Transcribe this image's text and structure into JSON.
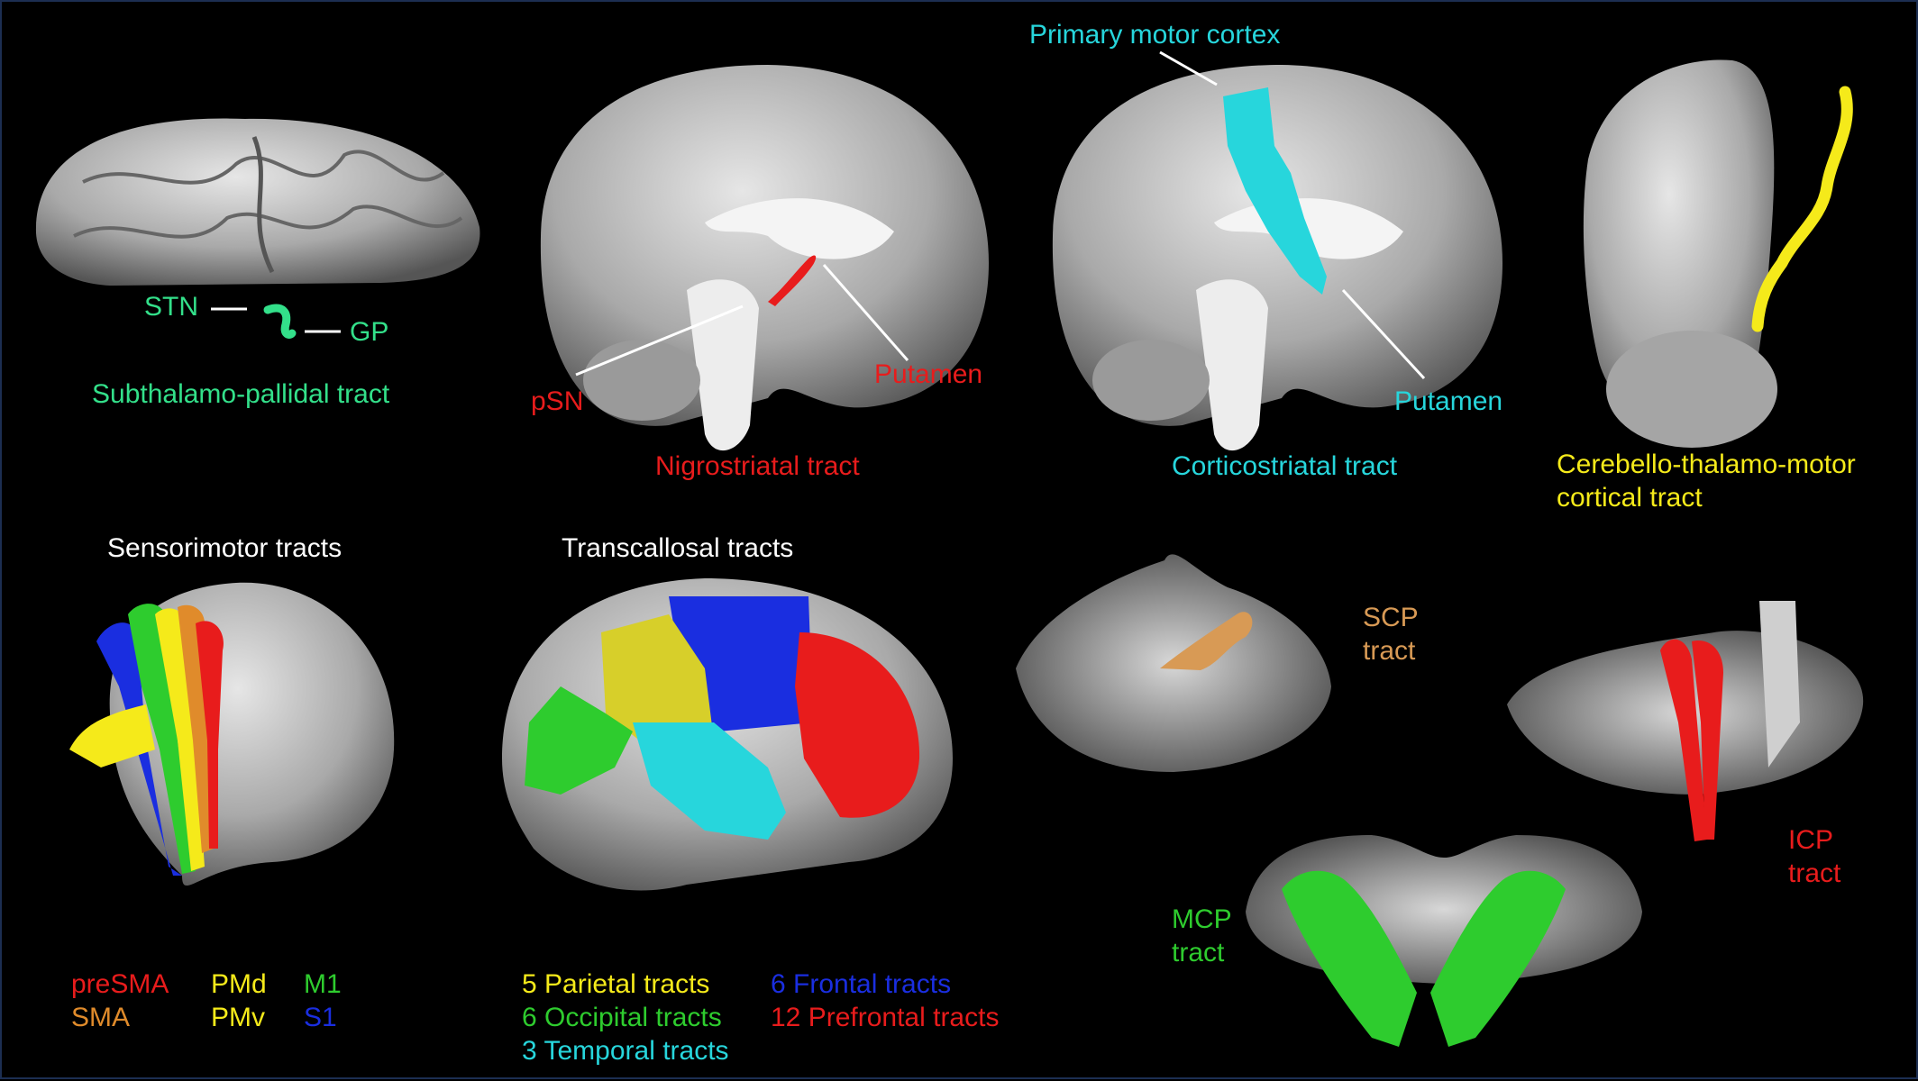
{
  "colors": {
    "subthalamo": "#33e08a",
    "nigrostriatal": "#e81c1c",
    "corticostriatal": "#27d6dc",
    "cerebello": "#f5ea1a",
    "scp": "#d89a55",
    "mcp": "#2ecc2e",
    "icp": "#e81c1c",
    "frontal": "#1a2ee0",
    "brain": "#b8b8b8"
  },
  "panel1": {
    "stn": "STN",
    "gp": "GP",
    "title": "Subthalamo-pallidal tract"
  },
  "panel2": {
    "psn": "pSN",
    "putamen": "Putamen",
    "title": "Nigrostriatal tract"
  },
  "panel3": {
    "cortex": "Primary motor cortex",
    "putamen": "Putamen",
    "title": "Corticostriatal tract"
  },
  "panel4": {
    "title_line1": "Cerebello-thalamo-motor",
    "title_line2": "cortical tract"
  },
  "panel5": {
    "title": "Sensorimotor tracts",
    "legend": [
      "preSMA",
      "SMA",
      "PMd",
      "PMv",
      "M1",
      "S1"
    ]
  },
  "panel6": {
    "title": "Transcallosal tracts",
    "legend": [
      "5 Parietal tracts",
      "6 Occipital tracts",
      "3 Temporal tracts",
      "6 Frontal tracts",
      "12 Prefrontal tracts"
    ]
  },
  "panel7": {
    "scp_line1": "SCP",
    "scp_line2": "tract",
    "icp_line1": "ICP",
    "icp_line2": "tract",
    "mcp_line1": "MCP",
    "mcp_line2": "tract"
  }
}
